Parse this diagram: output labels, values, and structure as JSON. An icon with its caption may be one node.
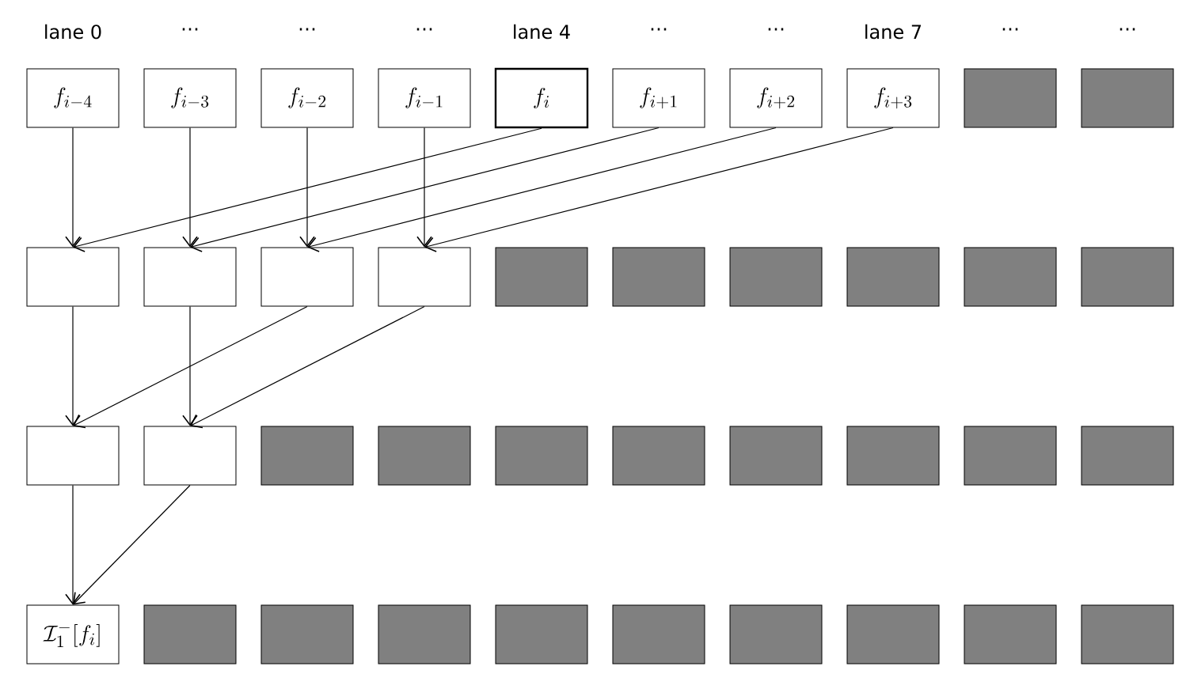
{
  "diagram": {
    "nodes": [
      {
        "text": [
          "f_{i-4}"
        ]
      },
      {
        "text": [
          "f_{i-3}"
        ]
      },
      {
        "text": [
          "f_{i-2}"
        ]
      },
      {
        "text": [
          "f_{i-1}"
        ]
      },
      {
        "text": [
          "f_i"
        ]
      },
      {
        "text": [
          "f_{i+1}"
        ]
      },
      {
        "text": [
          "f_{i+2}"
        ]
      },
      {
        "text": [
          "f_{i+3}"
        ]
      },
      {
        "text": [],
        "shape": "box"
      },
      {
        "text": [],
        "shape": "box"
      },
      {
        "text": [],
        "shape": "box"
      },
      {
        "text": [],
        "shape": "box"
      },
      {
        "text": [],
        "shape": "box"
      },
      {
        "text": [],
        "shape": "box"
      },
      {
        "text": [],
        "shape": "box"
      },
      {
        "text": [],
        "shape": "box"
      },
      {
        "text": [],
        "shape": "box"
      },
      {
        "text": [],
        "shape": "box"
      },
      {
        "text": [],
        "shape": "box"
      },
      {
        "text": [],
        "shape": "box"
      },
      {
        "text": [],
        "shape": "box"
      },
      {
        "text": [],
        "shape": "box"
      },
      {
        "text": [],
        "shape": "box"
      },
      {
        "text": [],
        "shape": "box"
      },
      {
        "text": [],
        "shape": "box"
      },
      {
        "text": [],
        "shape": "box"
      },
      {
        "text": [],
        "shape": "box"
      },
      {
        "text": [],
        "shape": "box"
      },
      {
        "text": [],
        "shape": "box"
      },
      {
        "text": [],
        "shape": "box"
      },
      {
        "text": [
          "\\mathcal{I}_1^-[f_i]"
        ]
      },
      {
        "text": [],
        "shape": "box"
      },
      {
        "text": [],
        "shape": "box"
      },
      {
        "text": [],
        "shape": "box"
      },
      {
        "text": [],
        "shape": "box"
      },
      {
        "text": [],
        "shape": "box"
      },
      {
        "text": [],
        "shape": "box"
      },
      {
        "text": [],
        "shape": "box"
      },
      {
        "text": [],
        "shape": "box"
      },
      {
        "text": [],
        "shape": "box"
      }
    ],
    "edges": [
      {
        "from": 0,
        "to": 10,
        "arrow": "to"
      },
      {
        "from": 4,
        "to": 10,
        "arrow": "to"
      },
      {
        "from": 1,
        "to": 11,
        "arrow": "to"
      },
      {
        "from": 5,
        "to": 11,
        "arrow": "to"
      },
      {
        "from": 2,
        "to": 12,
        "arrow": "to"
      },
      {
        "from": 6,
        "to": 12,
        "arrow": "to"
      },
      {
        "from": 3,
        "to": 13,
        "arrow": "to"
      },
      {
        "from": 7,
        "to": 13,
        "arrow": "to"
      },
      {
        "from": 10,
        "to": 20,
        "arrow": "to"
      },
      {
        "from": 12,
        "to": 20,
        "arrow": "to"
      },
      {
        "from": 11,
        "to": 21,
        "arrow": "to"
      },
      {
        "from": 13,
        "to": 21,
        "arrow": "to"
      },
      {
        "from": 20,
        "to": 30,
        "arrow": "to"
      },
      {
        "from": 21,
        "to": 30,
        "arrow": "to"
      }
    ],
    "labels": [
      "lane 0",
      "⋯",
      "⋯",
      "⋯",
      "lane 4",
      "⋯",
      "⋯",
      "lane 7",
      "⋯",
      "⋯"
    ]
  }
}
